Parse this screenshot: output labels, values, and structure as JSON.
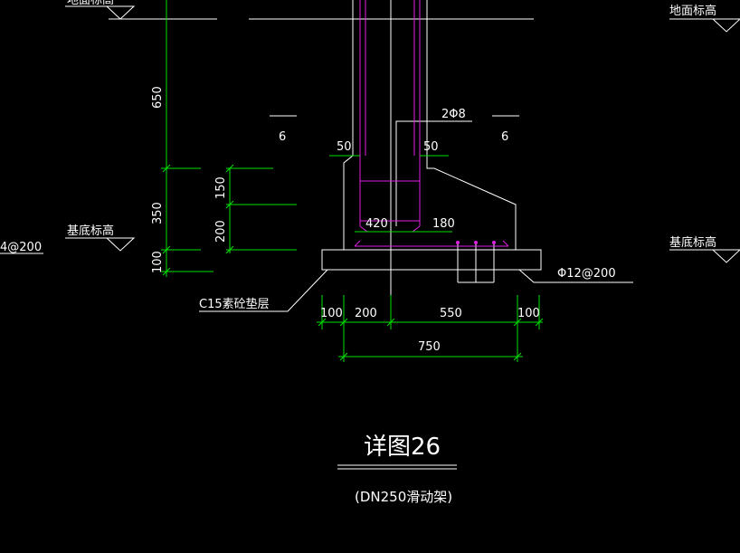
{
  "colors": {
    "background": "#000000",
    "outline": "#ffffff",
    "dimension": "#00e000",
    "rebar": "#e020e0"
  },
  "labels": {
    "ground_elev_left": "地面标高",
    "ground_elev_right": "地面标高",
    "base_elev_left": "基底标高",
    "base_elev_right": "基底标高",
    "rebar_left_partial": "4@200",
    "stirrups": "2Φ8",
    "bottom_rebar": "Φ12@200",
    "bedding": "C15素砼垫层",
    "section_mark_left": "6",
    "section_mark_right": "6"
  },
  "dimensions": {
    "h650": "650",
    "h350": "350",
    "h100": "100",
    "h150": "150",
    "h200": "200",
    "top50_left": "50",
    "top50_right": "50",
    "w420": "420",
    "w180": "180",
    "b100_left": "100",
    "b200": "200",
    "b550": "550",
    "b100_right": "100",
    "b750": "750"
  },
  "title": {
    "main": "详图26",
    "sub": "(DN250滑动架)"
  }
}
